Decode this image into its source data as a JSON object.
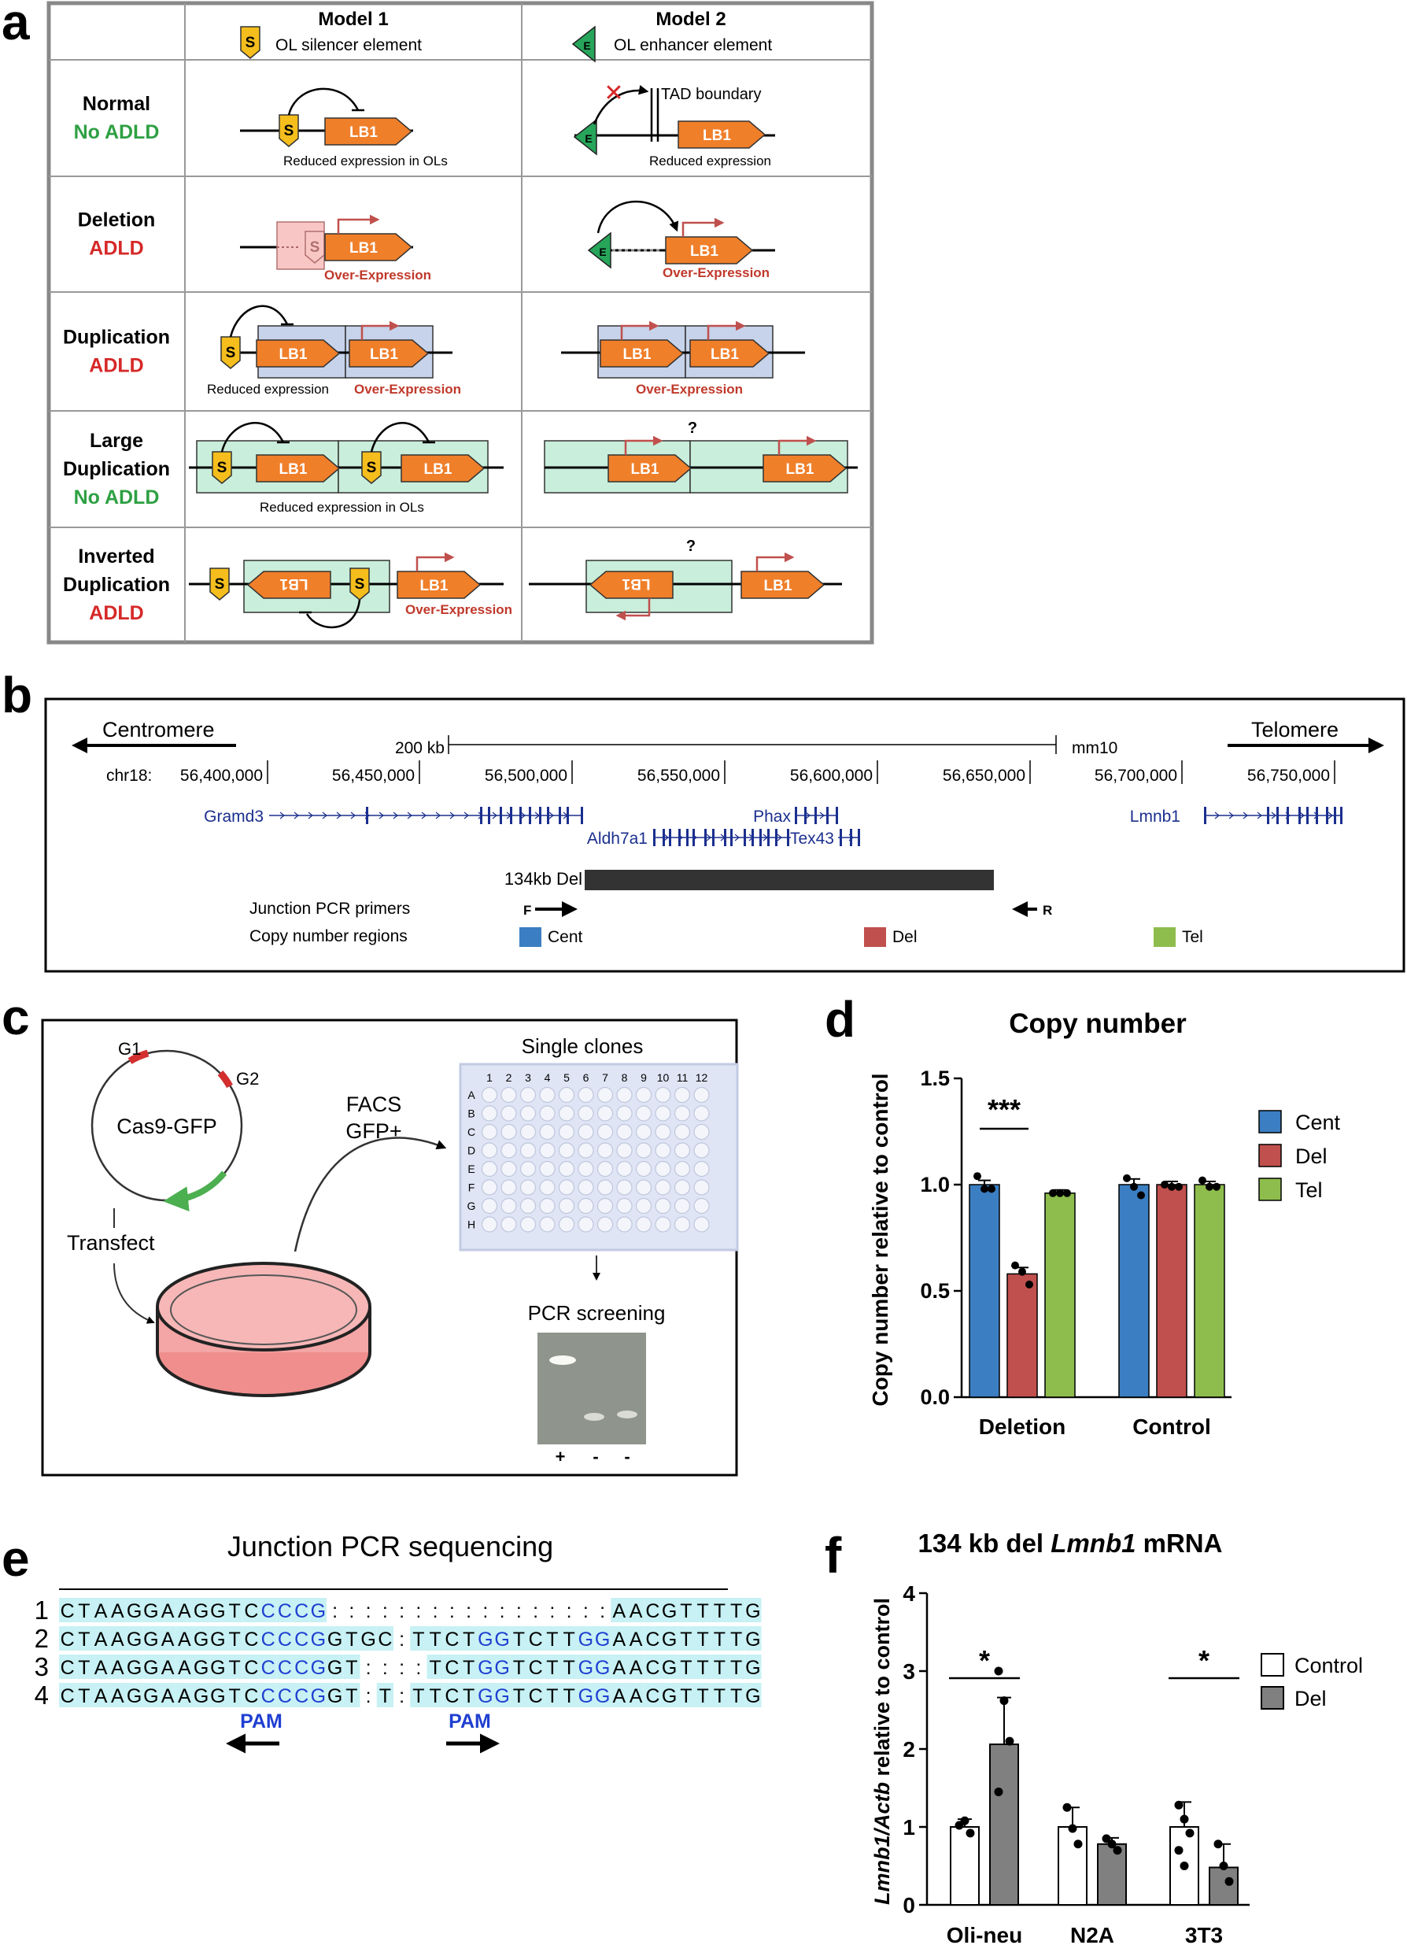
{
  "panel_labels": {
    "a": "a",
    "b": "b",
    "c": "c",
    "d": "d",
    "e": "e",
    "f": "f"
  },
  "colors": {
    "orange": "#f07f2a",
    "yellow": "#f5be1d",
    "green_marker": "#27a55a",
    "red_arrow": "#c0504d",
    "lightblue_box": "#c6d3ea",
    "lightgreen_box": "#c9eedb",
    "pink_box": "#f9c6c6",
    "blue_text": "#1b2f8e",
    "cent": "#3b7ec2",
    "del": "#c0504d",
    "tel": "#8ebd4d",
    "adld_red": "#d62828",
    "noadld_green": "#2ea043",
    "seq_bg": "#c7f1f4",
    "pam_blue": "#1f3fd1"
  },
  "panel_a": {
    "model1_title": "Model 1",
    "model1_sub": "OL silencer element",
    "model2_title": "Model 2",
    "model2_sub": "OL enhancer element",
    "silencer_letter": "S",
    "enhancer_letter": "E",
    "gene": "LB1",
    "rows": [
      {
        "name1": "Normal",
        "name2": "No ADLD",
        "status": "no"
      },
      {
        "name1": "Deletion",
        "name2": "ADLD",
        "status": "yes"
      },
      {
        "name1": "Duplication",
        "name2": "ADLD",
        "status": "yes"
      },
      {
        "name1": "Large",
        "name2": "Duplication",
        "name3": "No ADLD",
        "status": "no"
      },
      {
        "name1": "Inverted",
        "name2": "Duplication",
        "name3": "ADLD",
        "status": "yes"
      }
    ],
    "tad_boundary": "TAD boundary",
    "reduced_ol": "Reduced expression in OLs",
    "reduced": "Reduced expression",
    "overexpression": "Over-Expression",
    "question": "?"
  },
  "panel_b": {
    "centromere": "Centromere",
    "telomere": "Telomere",
    "scale": "200 kb",
    "assembly": "mm10",
    "chr": "chr18:",
    "coords": [
      "56,400,000",
      "56,450,000",
      "56,500,000",
      "56,550,000",
      "56,600,000",
      "56,650,000",
      "56,700,000",
      "56,750,000"
    ],
    "genes": [
      "Gramd3",
      "Aldh7a1",
      "Phax",
      "Tex43",
      "Lmnb1"
    ],
    "deletion": "134kb Del",
    "primers_label": "Junction PCR primers",
    "primer_f": "F",
    "primer_r": "R",
    "cn_label": "Copy number regions",
    "cn_regions": [
      "Cent",
      "Del",
      "Tel"
    ]
  },
  "panel_c": {
    "plasmid": "Cas9-GFP",
    "g1": "G1",
    "g2": "G2",
    "transfect": "Transfect",
    "facs1": "FACS",
    "facs2": "GFP+",
    "single_clones": "Single clones",
    "cols": [
      "1",
      "2",
      "3",
      "4",
      "5",
      "6",
      "7",
      "8",
      "9",
      "10",
      "11",
      "12"
    ],
    "rows": [
      "A",
      "B",
      "C",
      "D",
      "E",
      "F",
      "G",
      "H"
    ],
    "pcr": "PCR screening",
    "lanes": [
      "+",
      "-",
      "-"
    ]
  },
  "chart_data": [
    {
      "type": "bar",
      "title": "Copy number",
      "ylabel": "Copy number relative to control",
      "categories": [
        "Deletion",
        "Control"
      ],
      "series": [
        {
          "name": "Cent",
          "values": [
            1.0,
            1.0
          ],
          "points": [
            [
              1.04,
              0.98,
              0.98
            ],
            [
              1.03,
              0.99,
              0.95
            ]
          ]
        },
        {
          "name": "Del",
          "values": [
            0.58,
            1.0
          ],
          "points": [
            [
              0.62,
              0.59,
              0.53
            ],
            [
              1.0,
              0.99,
              0.99
            ]
          ]
        },
        {
          "name": "Tel",
          "values": [
            0.96,
            1.0
          ],
          "points": [
            [
              0.96,
              0.96,
              0.96
            ],
            [
              1.02,
              0.99,
              0.99
            ]
          ]
        }
      ],
      "yticks": [
        "0.0",
        "0.5",
        "1.0",
        "1.5"
      ],
      "ylim": [
        0,
        1.5
      ],
      "significance": "***",
      "legend_position": "right"
    },
    {
      "type": "bar",
      "title_pre": "134 kb del ",
      "title_gene": "Lmnb1",
      "title_post": " mRNA",
      "ylabel_gene": "Lmnb1/Actb",
      "ylabel_rest": " relative to control",
      "categories": [
        "Oli-neu",
        "N2A",
        "3T3"
      ],
      "series": [
        {
          "name": "Control",
          "values": [
            1.0,
            1.0,
            1.0
          ],
          "err": [
            0.1,
            0.25,
            0.32
          ],
          "points": [
            [
              1.02,
              1.08,
              0.92
            ],
            [
              1.25,
              0.98,
              0.78
            ],
            [
              1.28,
              1.1,
              0.92,
              0.7,
              0.5
            ]
          ]
        },
        {
          "name": "Del",
          "values": [
            2.06,
            0.78,
            0.48
          ],
          "err": [
            0.6,
            0.08,
            0.3
          ],
          "points": [
            [
              3.0,
              2.62,
              2.1,
              1.45
            ],
            [
              0.85,
              0.78,
              0.7
            ],
            [
              0.78,
              0.5,
              0.3
            ]
          ]
        }
      ],
      "yticks": [
        "0",
        "1",
        "2",
        "3",
        "4"
      ],
      "ylim": [
        0,
        4
      ],
      "significance": [
        "*",
        "",
        "*"
      ],
      "legend_position": "right"
    }
  ],
  "panel_e": {
    "title": "Junction PCR sequencing",
    "sequences": [
      {
        "num": "1",
        "seq": "CTAAGGAAGGTCCCCG:::::::::::::::::AACGTTTTG"
      },
      {
        "num": "2",
        "seq": "CTAAGGAAGGTCCCCGGTGC:TTCTGGTCTTGGAACGTTTTG"
      },
      {
        "num": "3",
        "seq": "CTAAGGAAGGTCCCCGGT::::TCTGGTCTTGGAACGTTTTG"
      },
      {
        "num": "4",
        "seq": "CTAAGGAAGGTCCCCGGT:T:TTCTGGTCTTGGAACGTTTTG"
      }
    ],
    "pam": "PAM"
  }
}
